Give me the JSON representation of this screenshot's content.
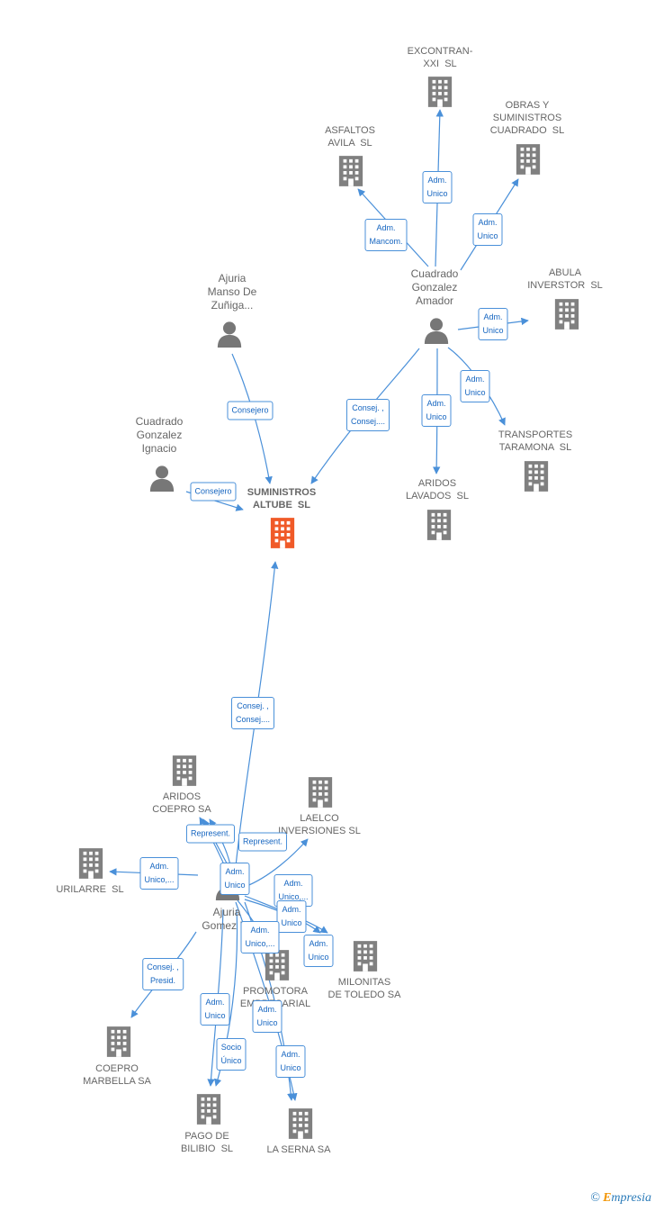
{
  "colors": {
    "edge": "#4a90d9",
    "company": "#808080",
    "main_company": "#f05a28",
    "person": "#777777",
    "label_text": "#666666"
  },
  "nodes": [
    {
      "id": "suministros",
      "kind": "main",
      "label": "SUMINISTROS\nALTUBE  SL"
    },
    {
      "id": "excontran",
      "kind": "company",
      "label": "EXCONTRAN-\nXXI  SL"
    },
    {
      "id": "asfaltos",
      "kind": "company",
      "label": "ASFALTOS\nAVILA  SL"
    },
    {
      "id": "obras",
      "kind": "company",
      "label": "OBRAS Y\nSUMINISTROS\nCUADRADO  SL"
    },
    {
      "id": "abula",
      "kind": "company",
      "label": "ABULA\nINVERSTOR  SL"
    },
    {
      "id": "transportes",
      "kind": "company",
      "label": "TRANSPORTES\nTARAMONA  SL"
    },
    {
      "id": "aridos_lavados",
      "kind": "company",
      "label": "ARIDOS\nLAVADOS  SL"
    },
    {
      "id": "cuadrado_amador",
      "kind": "person",
      "label": "Cuadrado\nGonzalez\nAmador"
    },
    {
      "id": "ajuria_manso",
      "kind": "person",
      "label": "Ajuria\nManso De\nZuñiga..."
    },
    {
      "id": "cuadrado_ignacio",
      "kind": "person",
      "label": "Cuadrado\nGonzalez\nIgnacio"
    },
    {
      "id": "ajuria_gomez",
      "kind": "person",
      "label": "Ajuria\nGomez I..."
    },
    {
      "id": "aridos_coepro",
      "kind": "company",
      "label": "ARIDOS\nCOEPRO SA"
    },
    {
      "id": "laelco",
      "kind": "company",
      "label": "LAELCO\nINVERSIONES SL"
    },
    {
      "id": "urilarre",
      "kind": "company",
      "label": "URILARRE  SL"
    },
    {
      "id": "milonitas",
      "kind": "company",
      "label": "MILONITAS\nDE TOLEDO SA"
    },
    {
      "id": "promotora",
      "kind": "company",
      "label": "PROMOTORA\nEMPRESARIAL\nSL"
    },
    {
      "id": "coepro_marbella",
      "kind": "company",
      "label": "COEPRO\nMARBELLA SA"
    },
    {
      "id": "pago",
      "kind": "company",
      "label": "PAGO DE\nBILIBIO  SL"
    },
    {
      "id": "laserna",
      "kind": "company",
      "label": "LA SERNA SA"
    }
  ],
  "edges": [
    {
      "from": "cuadrado_amador",
      "to": "excontran",
      "label": "Adm.\nUnico"
    },
    {
      "from": "cuadrado_amador",
      "to": "asfaltos",
      "label": "Adm.\nMancom."
    },
    {
      "from": "cuadrado_amador",
      "to": "obras",
      "label": "Adm.\nUnico"
    },
    {
      "from": "cuadrado_amador",
      "to": "abula",
      "label": "Adm.\nUnico"
    },
    {
      "from": "cuadrado_amador",
      "to": "transportes",
      "label": "Adm.\nUnico"
    },
    {
      "from": "cuadrado_amador",
      "to": "aridos_lavados",
      "label": "Adm.\nUnico"
    },
    {
      "from": "cuadrado_amador",
      "to": "suministros",
      "label": "Consej. ,\nConsej...."
    },
    {
      "from": "ajuria_manso",
      "to": "suministros",
      "label": "Consejero"
    },
    {
      "from": "cuadrado_ignacio",
      "to": "suministros",
      "label": "Consejero"
    },
    {
      "from": "ajuria_gomez",
      "to": "suministros",
      "label": "Consej. ,\nConsej...."
    },
    {
      "from": "ajuria_gomez",
      "to": "aridos_coepro",
      "label": "Represent."
    },
    {
      "from": "ajuria_gomez",
      "to": "aridos_coepro",
      "label": "Represent."
    },
    {
      "from": "ajuria_gomez",
      "to": "aridos_coepro",
      "label": "Adm.\nUnico"
    },
    {
      "from": "ajuria_gomez",
      "to": "urilarre",
      "label": "Adm.\nUnico,..."
    },
    {
      "from": "ajuria_gomez",
      "to": "laelco",
      "label": "Adm.\nUnico,..."
    },
    {
      "from": "ajuria_gomez",
      "to": "milonitas",
      "label": "Adm.\nUnico"
    },
    {
      "from": "ajuria_gomez",
      "to": "milonitas",
      "label": "Adm.\nUnico"
    },
    {
      "from": "ajuria_gomez",
      "to": "promotora",
      "label": "Adm.\nUnico,..."
    },
    {
      "from": "ajuria_gomez",
      "to": "coepro_marbella",
      "label": "Consej. ,\nPresid."
    },
    {
      "from": "ajuria_gomez",
      "to": "pago",
      "label": "Adm.\nUnico"
    },
    {
      "from": "ajuria_gomez",
      "to": "pago",
      "label": "Socio\nÚnico"
    },
    {
      "from": "ajuria_gomez",
      "to": "laserna",
      "label": "Adm.\nUnico"
    },
    {
      "from": "ajuria_gomez",
      "to": "laserna",
      "label": "Adm.\nUnico"
    }
  ],
  "footer": {
    "copyright": "©",
    "brand_initial": "E",
    "brand_rest": "mpresia"
  }
}
